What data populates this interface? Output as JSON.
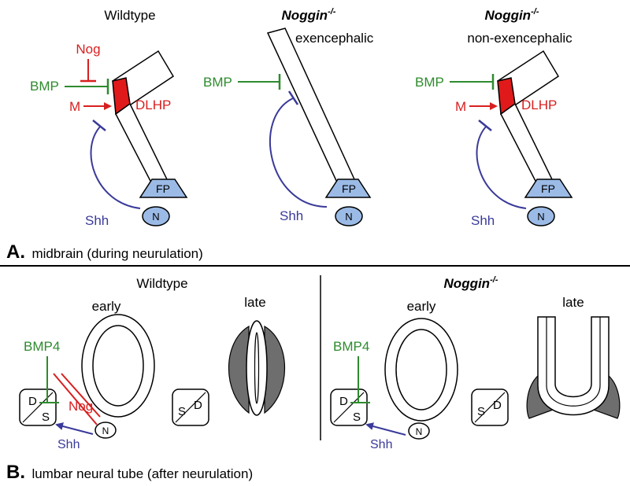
{
  "panel_a": {
    "wildtype_title": "Wildtype",
    "noggin_title_1": "Noggin",
    "noggin_title_1_sup": "-/-",
    "noggin_title_1_sub": "exencephalic",
    "noggin_title_2": "Noggin",
    "noggin_title_2_sup": "-/-",
    "noggin_title_2_sub": "non-exencephalic",
    "label_nog": "Nog",
    "label_bmp": "BMP",
    "label_m": "M",
    "label_dlhp": "DLHP",
    "label_shh": "Shh",
    "label_fp": "FP",
    "label_n": "N",
    "caption_letter": "A.",
    "caption_text": "midbrain (during neurulation)"
  },
  "panel_b": {
    "wildtype_title": "Wildtype",
    "noggin_title": "Noggin",
    "noggin_sup": "-/-",
    "early": "early",
    "late": "late",
    "label_bmp4": "BMP4",
    "label_nog": "Nog",
    "label_shh": "Shh",
    "label_d": "D",
    "label_s": "S",
    "label_n": "N",
    "caption_letter": "B.",
    "caption_text": "lumbar neural tube (after neurulation)"
  },
  "colors": {
    "green": "#2e8b2e",
    "red": "#d81f1f",
    "blue": "#3a3a9a",
    "light_blue": "#9bbbe6",
    "dark_gray": "#707070"
  }
}
